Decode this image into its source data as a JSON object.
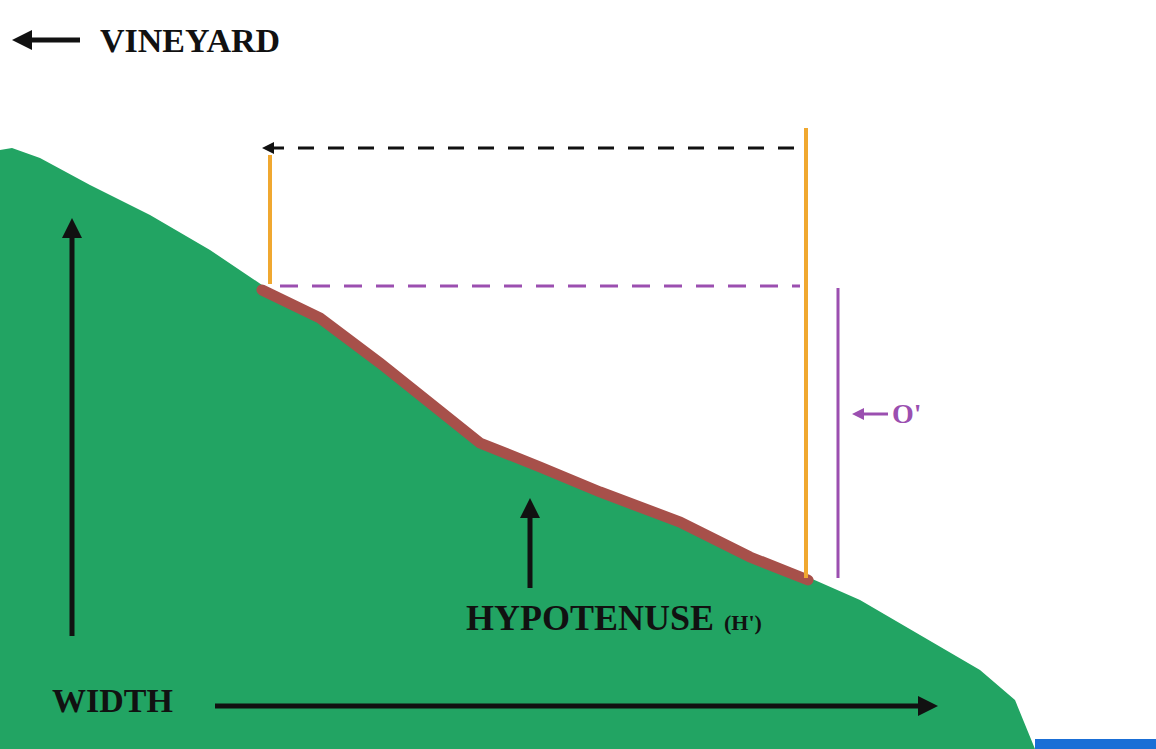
{
  "diagram": {
    "labels": [
      "VINEYARD",
      "WIDTH",
      "HYPOTENUSE",
      "(H')",
      "O'"
    ]
  }
}
